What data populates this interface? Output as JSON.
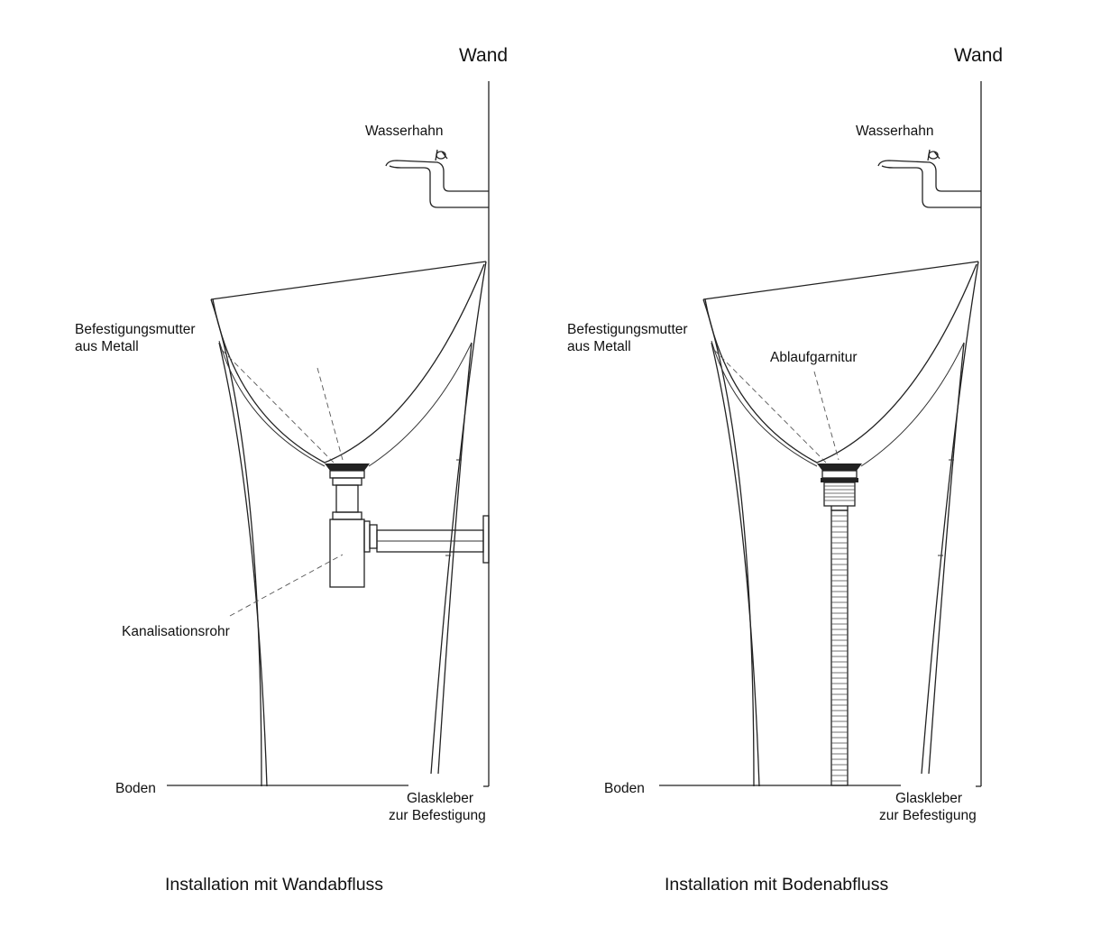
{
  "left": {
    "wall": "Wand",
    "faucet": "Wasserhahn",
    "nut_line1": "Befestigungsmutter",
    "nut_line2": "aus Metall",
    "pipe": "Kanalisationsrohr",
    "floor": "Boden",
    "glue_line1": "Glaskleber",
    "glue_line2": "zur Befestigung",
    "caption": "Installation mit Wandabfluss"
  },
  "right": {
    "wall": "Wand",
    "faucet": "Wasserhahn",
    "nut_line1": "Befestigungsmutter",
    "nut_line2": "aus Metall",
    "drain": "Ablaufgarnitur",
    "floor": "Boden",
    "glue_line1": "Glaskleber",
    "glue_line2": "zur Befestigung",
    "caption": "Installation mit Bodenabfluss"
  }
}
